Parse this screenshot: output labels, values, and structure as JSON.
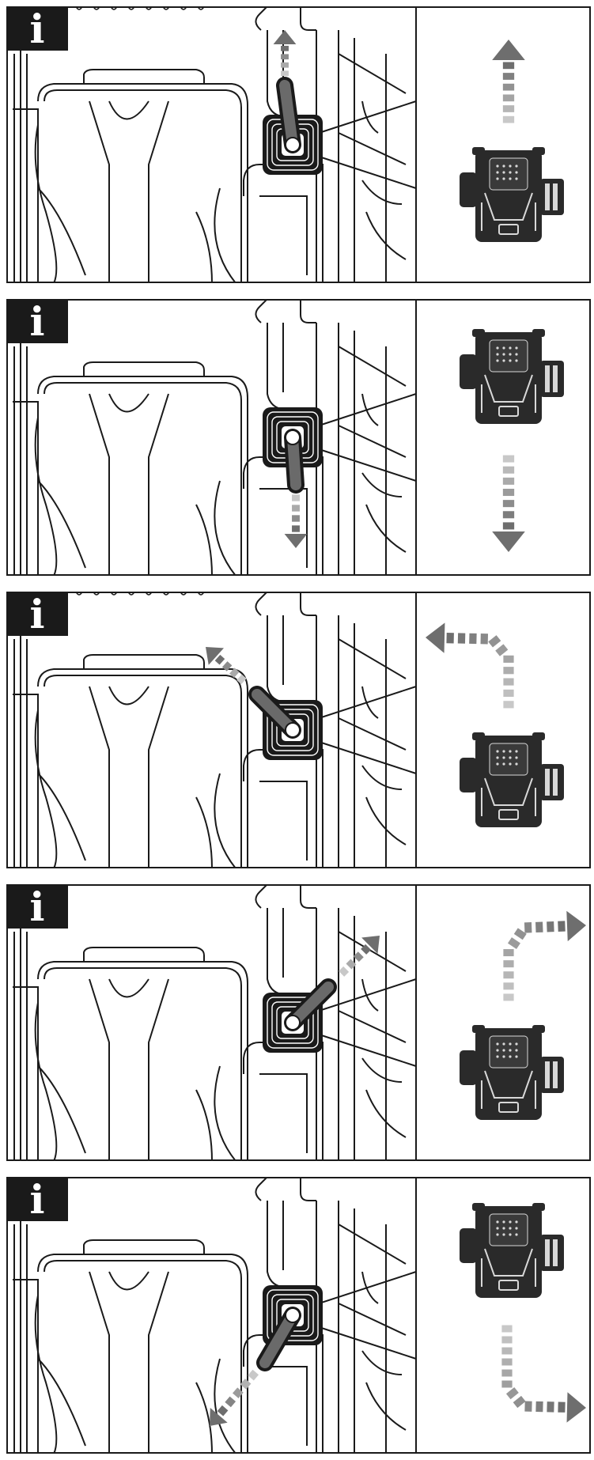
{
  "info_badge": {
    "glyph": "i"
  },
  "panels": [
    {
      "lever": "forward",
      "machine": "forward"
    },
    {
      "lever": "backward",
      "machine": "backward"
    },
    {
      "lever": "left-turn",
      "machine": "forward-turn-left"
    },
    {
      "lever": "right-turn",
      "machine": "forward-turn-right"
    },
    {
      "lever": "down-left",
      "machine": "reverse-turn-right"
    }
  ],
  "colors": {
    "line": "#1a1a1a",
    "badge": "#1a1a1a",
    "arrow_light": "#c8c8c8",
    "arrow_dark": "#6e6e6e",
    "robot_body": "#2a2a2a",
    "robot_light": "#d8d8d8"
  }
}
